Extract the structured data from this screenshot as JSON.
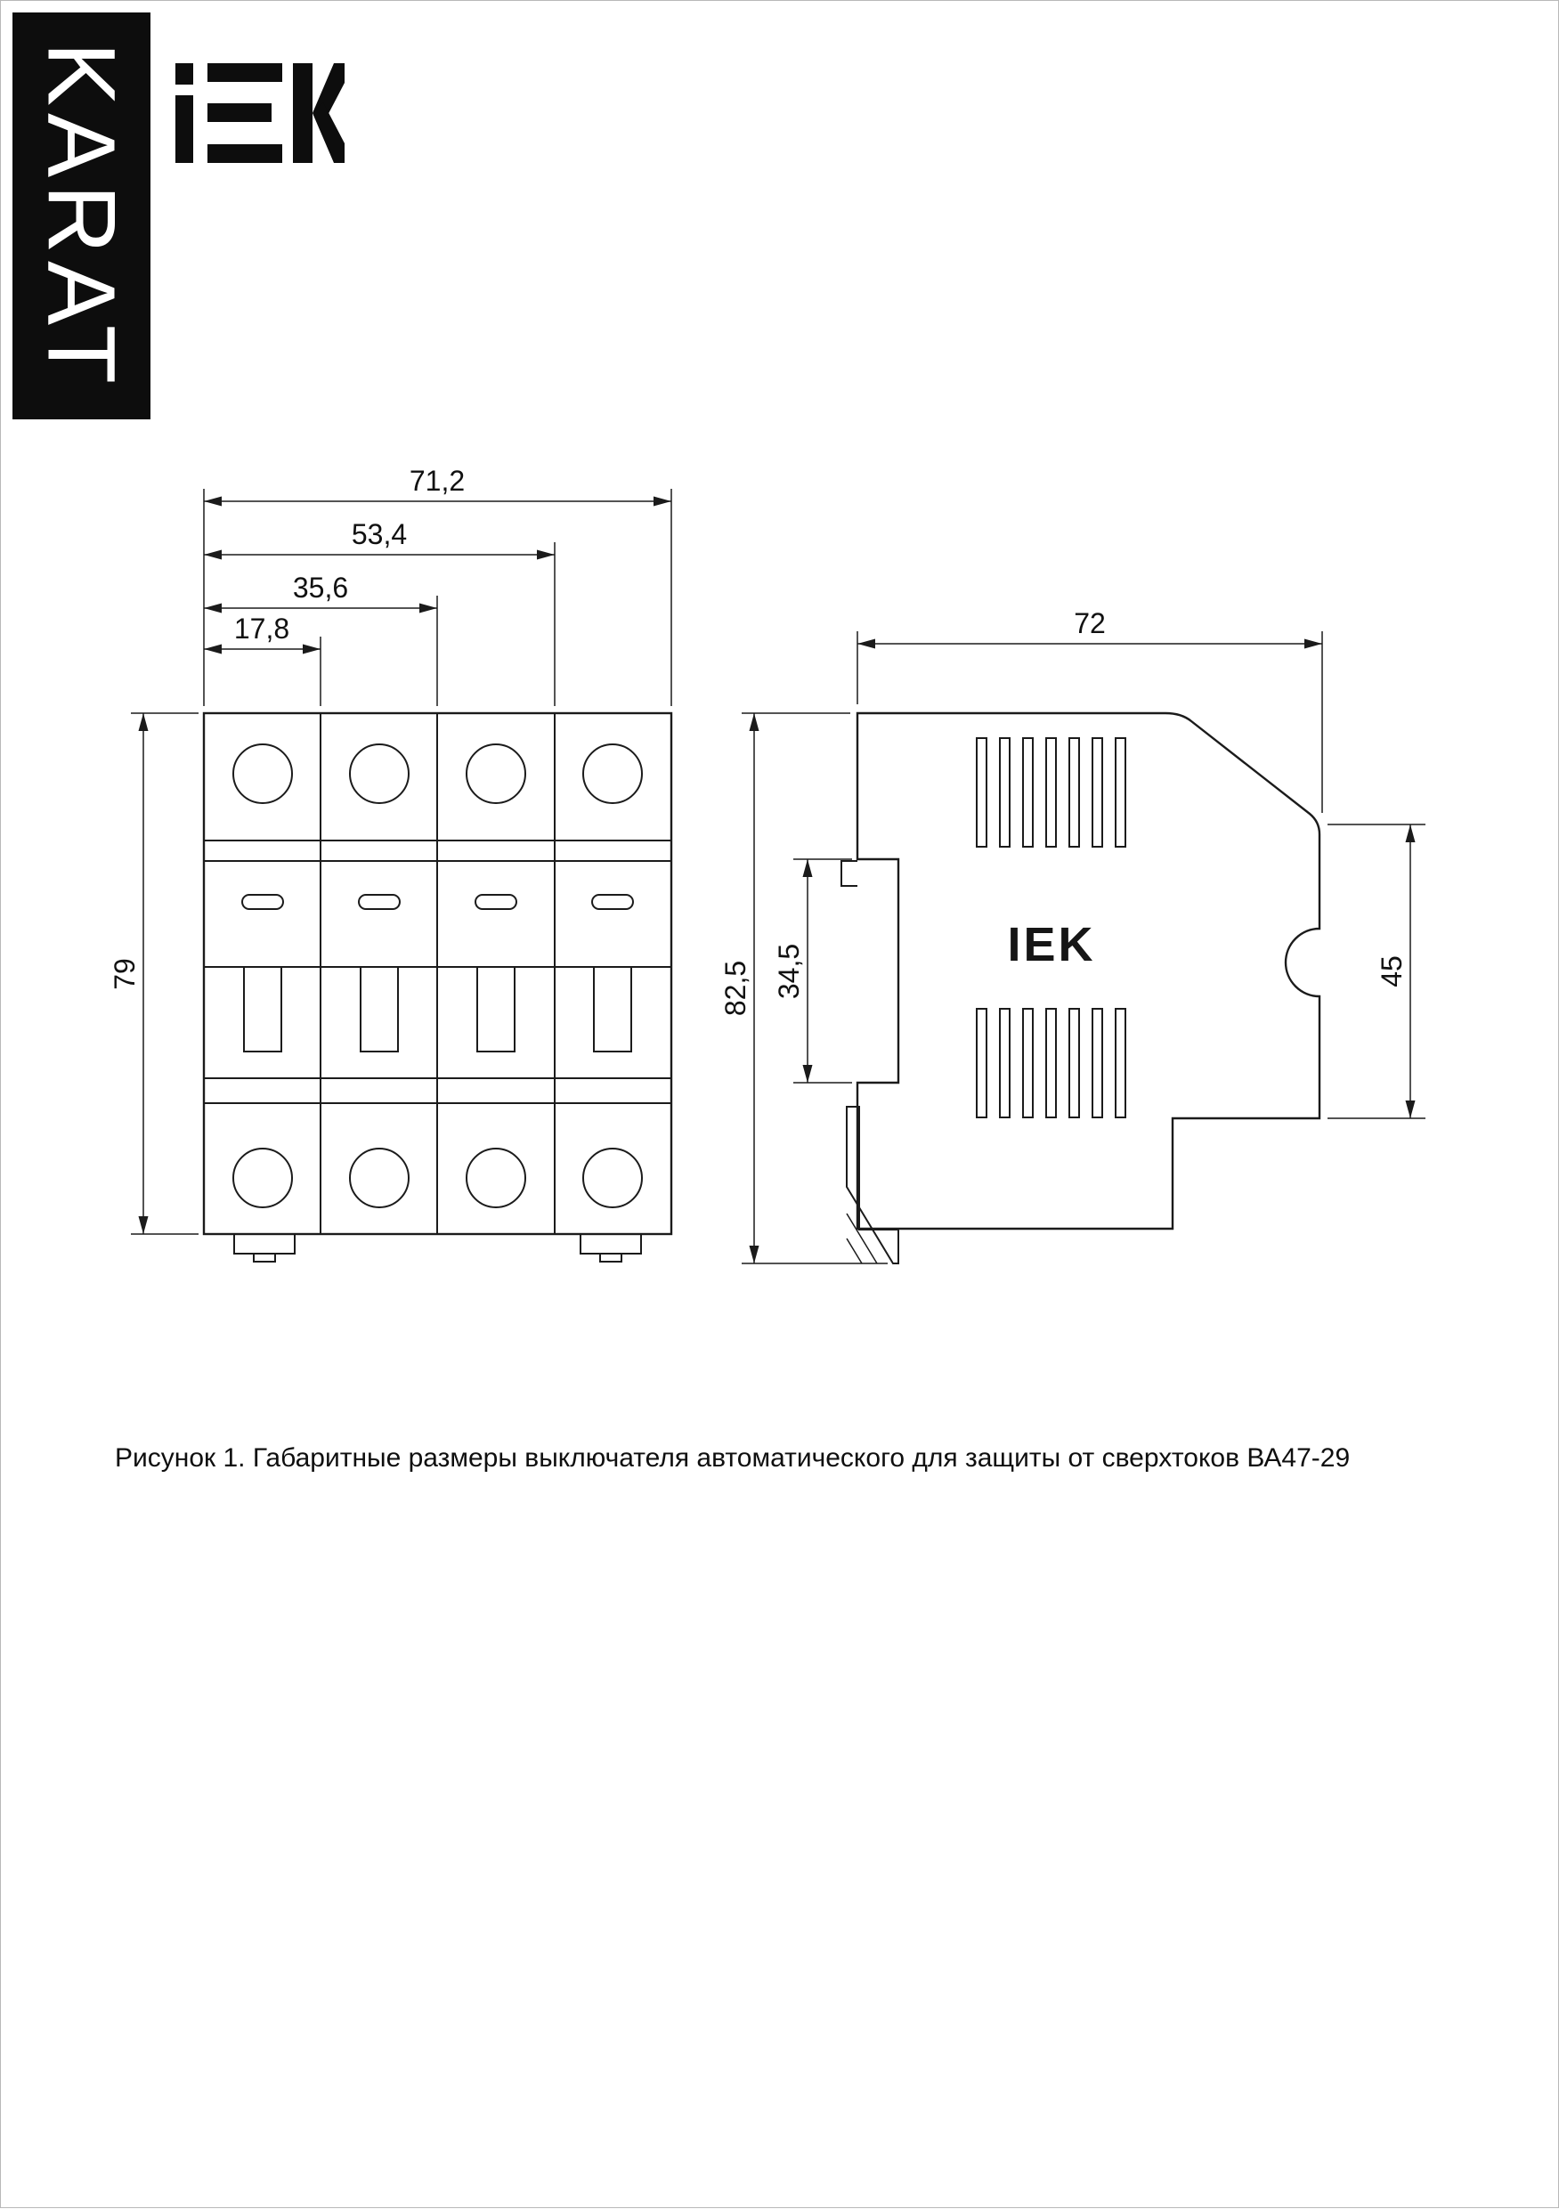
{
  "page": {
    "series_label": "KARAT",
    "caption": "Рисунок 1. Габаритные размеры выключателя автоматического для защиты от сверхтоков ВА47-29"
  },
  "brand": {
    "logo": "IEK"
  },
  "figure": {
    "front_view": {
      "dim_width_total": "71,2",
      "dim_width_3_modules": "53,4",
      "dim_width_2_modules": "35,6",
      "dim_width_1_module": "17,8",
      "dim_height": "79"
    },
    "side_view": {
      "device_logo": "IEK",
      "dim_depth": "72",
      "dim_height_total": "82,5",
      "dim_din_recess": "34,5",
      "dim_front_height": "45"
    }
  }
}
